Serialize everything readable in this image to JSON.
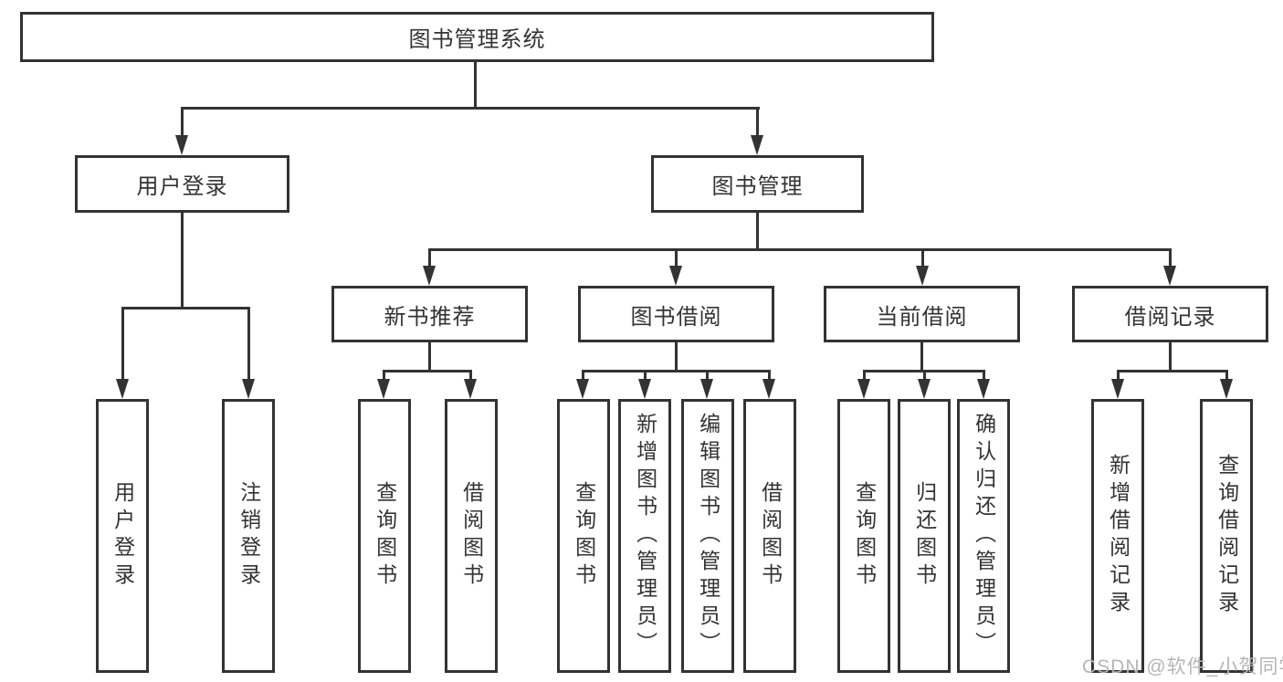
{
  "colors": {
    "line": "#333333",
    "text": "#333333",
    "watermark": "#b5b5b5",
    "background": "#ffffff"
  },
  "watermark": {
    "text": "CSDN @软件_小贺同学"
  },
  "tree": {
    "root": {
      "label": "图书管理系统",
      "children": [
        {
          "label": "用户登录",
          "children": [
            {
              "label": "用户登录"
            },
            {
              "label": "注销登录"
            }
          ]
        },
        {
          "label": "图书管理",
          "children": [
            {
              "label": "新书推荐",
              "children": [
                {
                  "label": "查询图书"
                },
                {
                  "label": "借阅图书"
                }
              ]
            },
            {
              "label": "图书借阅",
              "children": [
                {
                  "label": "查询图书"
                },
                {
                  "label": "新增图书（管理员）"
                },
                {
                  "label": "编辑图书（管理员）"
                },
                {
                  "label": "借阅图书"
                }
              ]
            },
            {
              "label": "当前借阅",
              "children": [
                {
                  "label": "查询图书"
                },
                {
                  "label": "归还图书"
                },
                {
                  "label": "确认归还（管理员）"
                }
              ]
            },
            {
              "label": "借阅记录",
              "children": [
                {
                  "label": "新增借阅记录"
                },
                {
                  "label": "查询借阅记录"
                }
              ]
            }
          ]
        }
      ]
    }
  }
}
